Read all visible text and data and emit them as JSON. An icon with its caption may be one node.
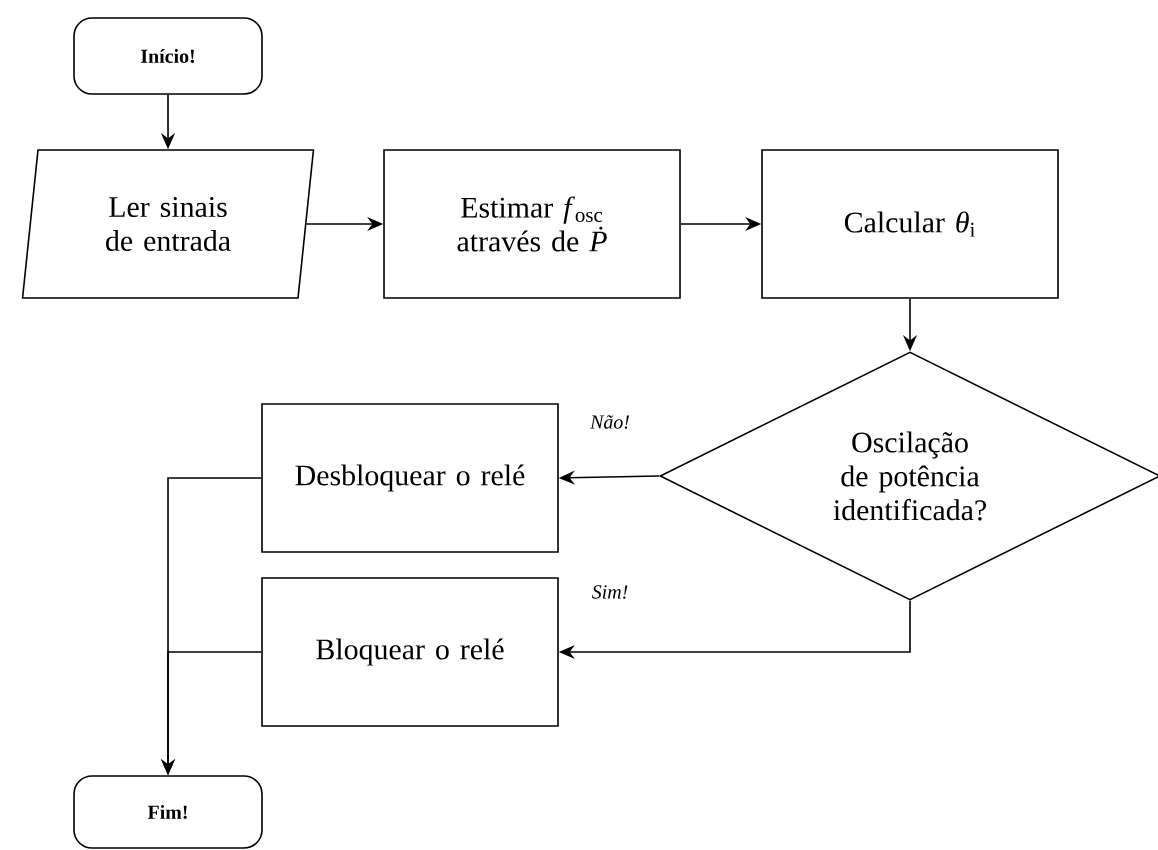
{
  "diagram": {
    "nodes": [
      {
        "text": [
          "Início!"
        ]
      },
      {
        "text": [
          "Ler sinais de entrada"
        ]
      },
      {
        "text": [
          "Estimar *f*$_{osc}$ através de *Ṗ*"
        ]
      },
      {
        "text": [
          "Calcular *θ*$_{i}$"
        ]
      },
      {
        "text": [
          "Oscilação de potência identificada?"
        ]
      },
      {
        "text": [
          "Desbloquear o relé"
        ]
      },
      {
        "text": [
          "Bloquear o relé"
        ]
      },
      {
        "text": [
          "Fim!"
        ]
      }
    ],
    "edges": [
      {
        "from": 0,
        "to": 1,
        "arrow": "to"
      },
      {
        "from": 1,
        "to": 2,
        "arrow": "to"
      },
      {
        "from": 2,
        "to": 3,
        "arrow": "to"
      },
      {
        "from": 3,
        "to": 4,
        "arrow": "to"
      },
      {
        "from": 4,
        "to": 5,
        "arrow": "to",
        "label": "Não!"
      },
      {
        "from": 4,
        "to": 6,
        "arrow": "to",
        "label": "Sim!"
      },
      {
        "from": 5,
        "to": 7,
        "arrow": "to"
      },
      {
        "from": 6,
        "to": 7,
        "arrow": "to"
      }
    ]
  }
}
